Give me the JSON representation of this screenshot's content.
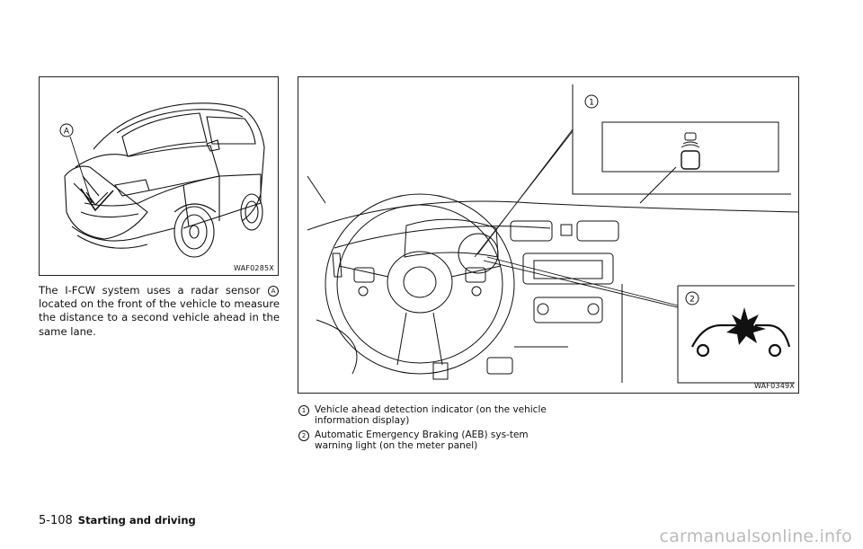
{
  "figures": {
    "left": {
      "code": "WAF0285X",
      "marker": "A"
    },
    "right": {
      "code": "WAF0349X",
      "callouts": [
        "1",
        "2"
      ]
    }
  },
  "body_text": {
    "before_marker": "The I-FCW system uses a radar sensor",
    "marker": "A",
    "after_marker": "located on the front of the vehicle to measure the distance to a second vehicle ahead in the same lane."
  },
  "legend": [
    {
      "number": "1",
      "text": "Vehicle ahead detection indicator (on the vehicle information display)"
    },
    {
      "number": "2",
      "text": "Automatic Emergency Braking (AEB) sys-tem warning light (on the meter panel)"
    }
  ],
  "footer": {
    "page_number": "5-108",
    "section": "Starting and driving"
  },
  "watermark": "carmanualsonline.info"
}
